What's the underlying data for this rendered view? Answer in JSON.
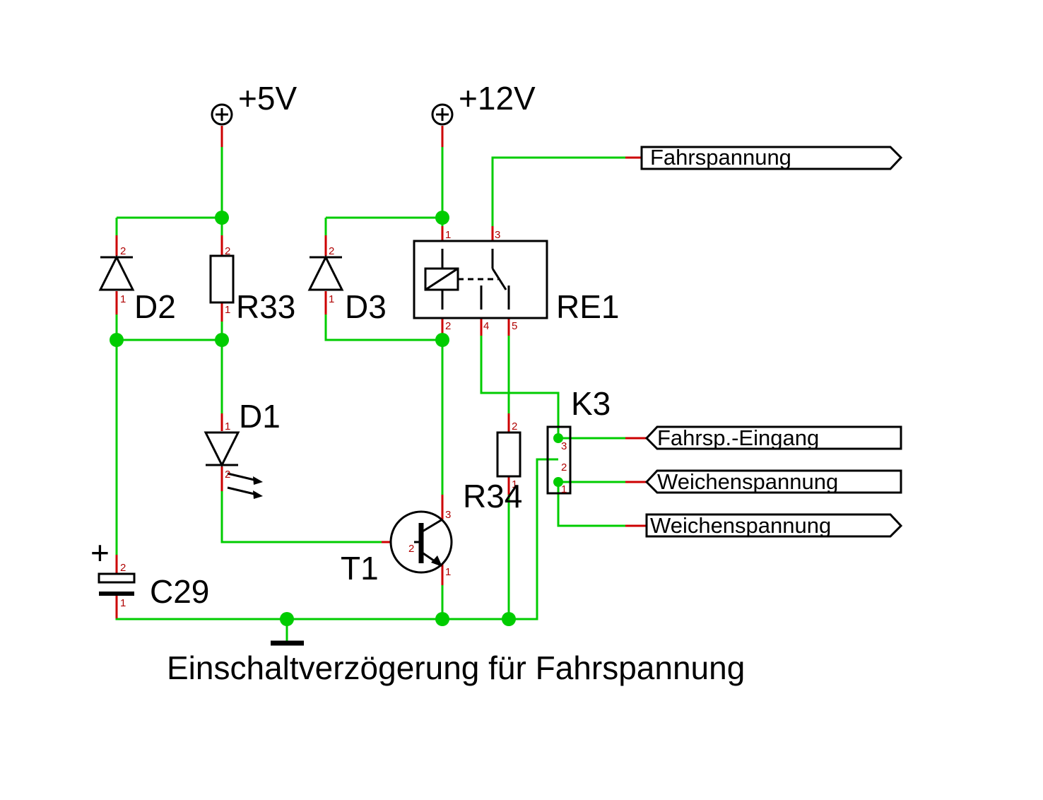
{
  "supplies": {
    "v5": "+5V",
    "v12": "+12V"
  },
  "refs": {
    "d2": "D2",
    "r33": "R33",
    "d3": "D3",
    "re1": "RE1",
    "d1": "D1",
    "t1": "T1",
    "c29": "C29",
    "r34": "R34",
    "k3": "K3"
  },
  "polarity": {
    "c29_plus": "+"
  },
  "ports": {
    "fahrspannung": "Fahrspannung",
    "fahrsp_eingang": "Fahrsp.-Eingang",
    "weichenspannung_in": "Weichenspannung",
    "weichenspannung_out": "Weichenspannung"
  },
  "pins": {
    "d2": [
      "2",
      "1"
    ],
    "r33": [
      "2",
      "1"
    ],
    "d3": [
      "2",
      "1"
    ],
    "re1": [
      "1",
      "3",
      "2",
      "4",
      "5"
    ],
    "d1": [
      "1",
      "2"
    ],
    "t1": [
      "3",
      "2",
      "1"
    ],
    "c29": [
      "2",
      "1"
    ],
    "r34": [
      "2",
      "1"
    ],
    "k3": [
      "3",
      "2",
      "1"
    ]
  },
  "caption": "Einschaltverzögerung für Fahrspannung",
  "colors": {
    "wire": "#00cc00",
    "pin": "#cc0000",
    "symbol": "#000000",
    "background": "#ffffff"
  }
}
